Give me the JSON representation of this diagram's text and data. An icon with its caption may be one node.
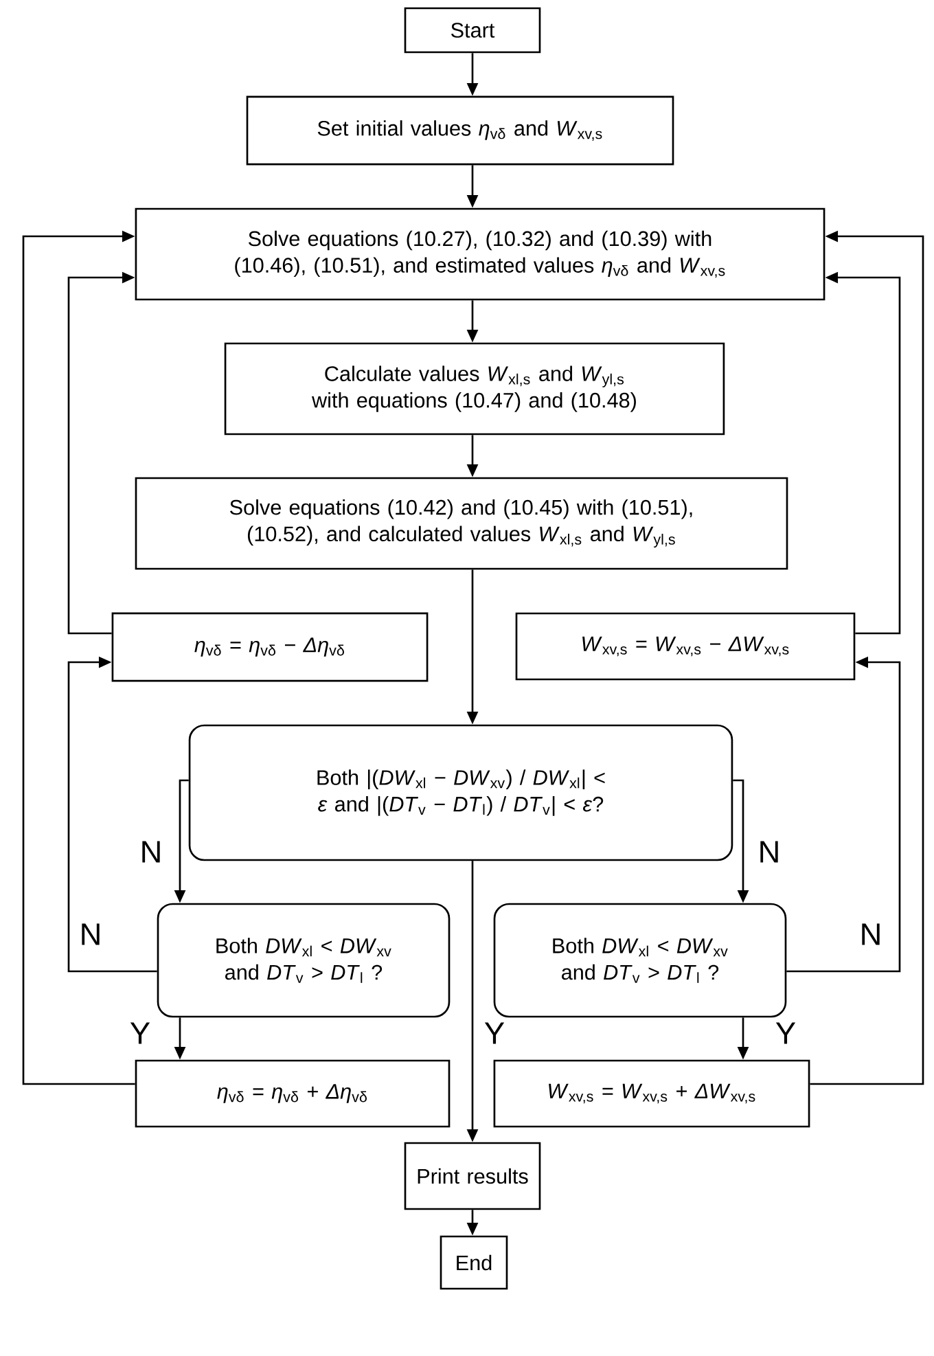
{
  "diagram": {
    "nodes": [
      {
        "text": [
          "Start"
        ]
      },
      {
        "text": [
          "Set initial values *η*$_{vδ}$ and *W*$_{xv,s}$"
        ]
      },
      {
        "text": [
          "Solve equations (10.27), (10.32) and (10.39) with (10.46), (10.51), and estimated values *η*$_{vδ}$ and *W*$_{xv,s}$"
        ]
      },
      {
        "text": [
          "Calculate values *W*$_{xl,s}$ and *W*$_{yl,s}$ with equations (10.47) and (10.48)"
        ]
      },
      {
        "text": [
          "Solve equations (10.42) and (10.45) with (10.51), (10.52), and calculated values *W*$_{xl,s}$ and *W*$_{yl,s}$"
        ]
      },
      {
        "text": [
          "*η*$_{vδ}$ = *η*$_{vδ}$ − *Δη*$_{vδ}$"
        ]
      },
      {
        "text": [
          "*W*$_{xv,s}$ = *W*$_{xv,s}$ − *ΔW*$_{xv,s}$"
        ]
      },
      {
        "text": [
          "Both |(*DW*$_{xl}$ − *DW*$_{xv}$) / *DW*$_{xl}$| < *ε* and |(*DT*$_{v}$ − *DT*$_{l}$) / *DT*$_{v}$| < *ε*?"
        ]
      },
      {
        "text": [
          "Both *DW*$_{xl}$ < *DW*$_{xv}$ and *DT*$_{v}$ > *DT*$_{l}$ ?"
        ]
      },
      {
        "text": [
          "Both *DW*$_{xl}$ < *DW*$_{xv}$ and *DT*$_{v}$ > *DT*$_{l}$ ?"
        ]
      },
      {
        "text": [
          "*η*$_{vδ}$ = *η*$_{vδ}$ + *Δη*$_{vδ}$"
        ]
      },
      {
        "text": [
          "*W*$_{xv,s}$ = *W*$_{xv,s}$ + *ΔW*$_{xv,s}$"
        ]
      },
      {
        "text": [
          "Print results"
        ]
      },
      {
        "text": [
          "End"
        ]
      }
    ],
    "edges": [
      {
        "from": 0,
        "to": 1,
        "arrow": "to"
      },
      {
        "from": 1,
        "to": 2,
        "arrow": "to"
      },
      {
        "from": 2,
        "to": 3,
        "arrow": "to"
      },
      {
        "from": 3,
        "to": 4,
        "arrow": "to"
      },
      {
        "from": 4,
        "to": 7,
        "arrow": "to"
      },
      {
        "from": 7,
        "to": 8,
        "arrow": "to",
        "label": "N"
      },
      {
        "from": 7,
        "to": 9,
        "arrow": "to",
        "label": "N"
      },
      {
        "from": 7,
        "to": 12,
        "arrow": "to",
        "label": "Y"
      },
      {
        "from": 8,
        "to": 5,
        "arrow": "to",
        "label": "N"
      },
      {
        "from": 8,
        "to": 10,
        "arrow": "to",
        "label": "Y"
      },
      {
        "from": 9,
        "to": 6,
        "arrow": "to",
        "label": "N"
      },
      {
        "from": 9,
        "to": 11,
        "arrow": "to",
        "label": "Y"
      },
      {
        "from": 5,
        "to": 2,
        "arrow": "to"
      },
      {
        "from": 6,
        "to": 2,
        "arrow": "to"
      },
      {
        "from": 10,
        "to": 2,
        "arrow": "to"
      },
      {
        "from": 11,
        "to": 2,
        "arrow": "to"
      },
      {
        "from": 12,
        "to": 13,
        "arrow": "to"
      }
    ]
  }
}
